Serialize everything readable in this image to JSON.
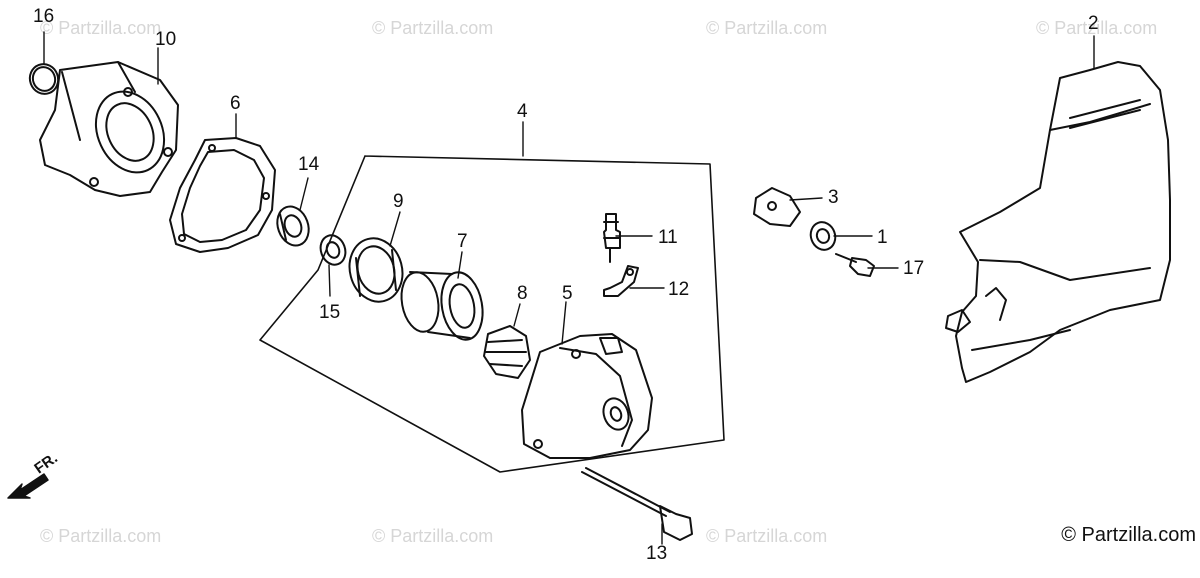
{
  "watermark": "© Partzilla.com",
  "copyright": "© Partzilla.com",
  "direction_label": "FR.",
  "callouts": [
    "1",
    "2",
    "3",
    "4",
    "5",
    "6",
    "7",
    "8",
    "9",
    "10",
    "11",
    "12",
    "13",
    "14",
    "15",
    "16",
    "17"
  ]
}
